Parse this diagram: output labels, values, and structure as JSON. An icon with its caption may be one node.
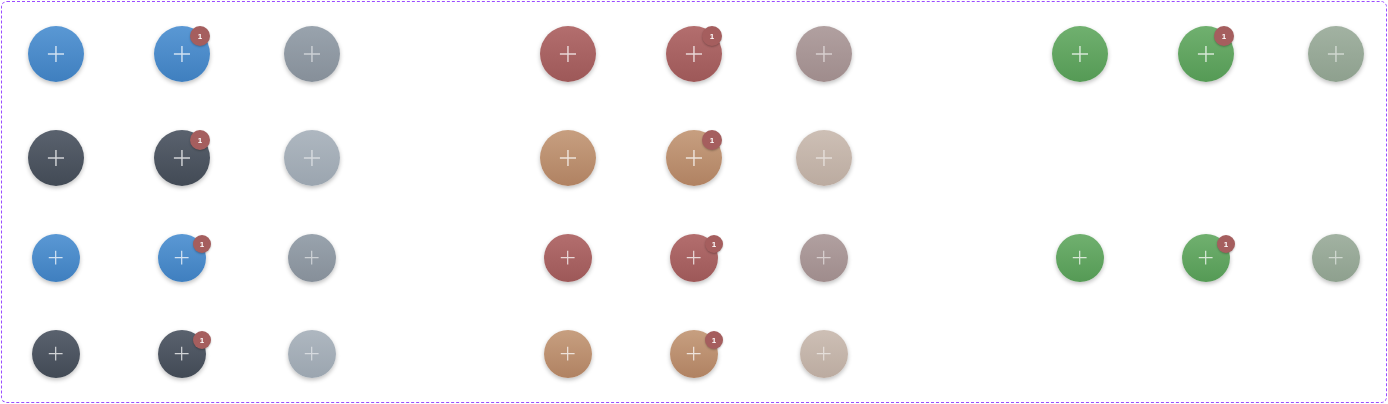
{
  "diagram": {
    "nodes": [
      {
        "text": [],
        "shape": "circle"
      },
      {
        "text": [],
        "shape": "circle"
      },
      {
        "text": [],
        "shape": "circle"
      },
      {
        "text": [],
        "shape": "circle"
      },
      {
        "text": [],
        "shape": "circle"
      },
      {
        "text": [],
        "shape": "circle"
      },
      {
        "text": [],
        "shape": "circle"
      },
      {
        "text": [],
        "shape": "circle"
      },
      {
        "text": [],
        "shape": "circle"
      },
      {
        "text": [],
        "shape": "circle"
      },
      {
        "text": [],
        "shape": "circle"
      },
      {
        "text": [],
        "shape": "circle"
      },
      {
        "text": [],
        "shape": "circle"
      },
      {
        "text": [],
        "shape": "circle"
      },
      {
        "text": [],
        "shape": "circle"
      },
      {
        "text": [],
        "shape": "circle"
      },
      {
        "text": [],
        "shape": "circle"
      },
      {
        "text": [],
        "shape": "circle"
      },
      {
        "text": [],
        "shape": "circle"
      },
      {
        "text": [],
        "shape": "circle"
      },
      {
        "text": [],
        "shape": "circle"
      },
      {
        "text": [],
        "shape": "circle"
      },
      {
        "text": [],
        "shape": "circle"
      },
      {
        "text": [],
        "shape": "circle"
      },
      {
        "text": [],
        "shape": "circle"
      },
      {
        "text": [],
        "shape": "circle"
      },
      {
        "text": [],
        "shape": "circle"
      },
      {
        "text": [],
        "shape": "circle"
      },
      {
        "text": [],
        "shape": "circle"
      },
      {
        "text": [],
        "shape": "circle"
      }
    ],
    "labels": [
      "1",
      "1",
      "1",
      "1",
      "1",
      "1",
      "1",
      "1",
      "1",
      "1"
    ]
  }
}
